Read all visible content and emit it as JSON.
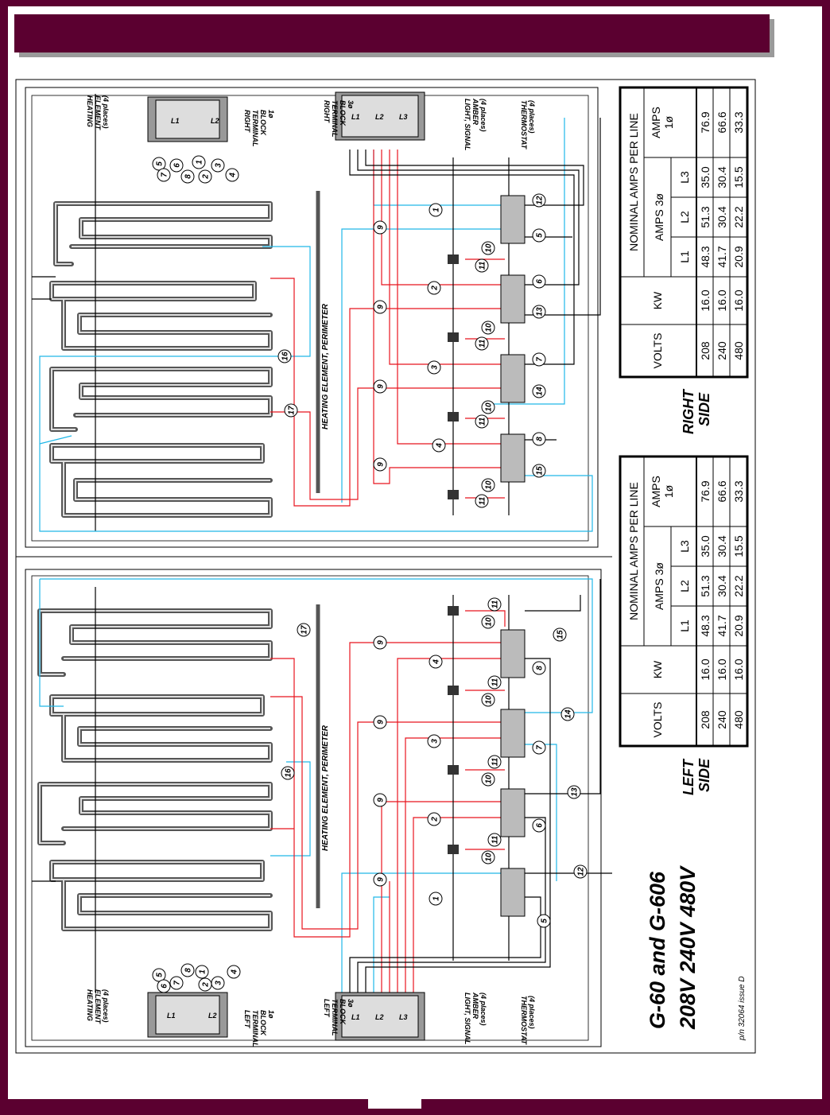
{
  "title": {
    "line1": "G-60 and G-606",
    "line2": "208V  240V  480V",
    "part_number": "p/n 32064 issue D"
  },
  "labels": {
    "heating_element": [
      "HEATING",
      "ELEMENT",
      "(4 places)"
    ],
    "left_terminal_1ph": [
      "LEFT",
      "TERMINAL",
      "BLOCK",
      "1ø"
    ],
    "left_terminal_3ph": [
      "LEFT",
      "TERMINAL",
      "BLOCK",
      "3ø"
    ],
    "right_terminal_1ph": [
      "RIGHT",
      "TERMINAL",
      "BLOCK",
      "1ø"
    ],
    "right_terminal_3ph": [
      "RIGHT",
      "TERMINAL",
      "BLOCK",
      "3ø"
    ],
    "light": [
      "LIGHT, SIGNAL",
      "AMBER",
      "(4 places)"
    ],
    "thermostat": [
      "THERMOSTAT",
      "(4 places)"
    ],
    "perimeter": "HEATING ELEMENT, PERIMETER",
    "terminal_l1": "L1",
    "terminal_l2": "L2",
    "terminal_l3": "L3"
  },
  "sides": {
    "left": [
      "LEFT",
      "SIDE"
    ],
    "right": [
      "RIGHT",
      "SIDE"
    ]
  },
  "amps_table": {
    "heading": "NOMINAL AMPS PER LINE",
    "col_volts": "VOLTS",
    "col_kw": "KW",
    "col_amps3": "AMPS 3ø",
    "col_amps1": [
      "AMPS",
      "1ø"
    ],
    "phase_cols": [
      "L1",
      "L2",
      "L3"
    ],
    "rows": [
      {
        "volts": "208",
        "kw": "16.0",
        "l1": "48.3",
        "l2": "51.3",
        "l3": "35.0",
        "amps1": "76.9"
      },
      {
        "volts": "240",
        "kw": "16.0",
        "l1": "41.7",
        "l2": "30.4",
        "l3": "30.4",
        "amps1": "66.6"
      },
      {
        "volts": "480",
        "kw": "16.0",
        "l1": "20.9",
        "l2": "22.2",
        "l3": "15.5",
        "amps1": "33.3"
      }
    ]
  },
  "wire_numbers": {
    "left": [
      "1",
      "2",
      "3",
      "4",
      "5",
      "6",
      "7",
      "8",
      "9",
      "9",
      "9",
      "9",
      "10",
      "10",
      "10",
      "10",
      "11",
      "11",
      "11",
      "11",
      "12",
      "13",
      "14",
      "15",
      "16",
      "17"
    ],
    "right": [
      "1",
      "2",
      "3",
      "4",
      "5",
      "6",
      "7",
      "8",
      "9",
      "9",
      "9",
      "9",
      "10",
      "10",
      "10",
      "10",
      "11",
      "11",
      "11",
      "11",
      "12",
      "13",
      "14",
      "15",
      "16",
      "17"
    ],
    "terminal_left": [
      "1",
      "2",
      "3",
      "4",
      "5",
      "6",
      "7",
      "8"
    ],
    "terminal_right": [
      "1",
      "2",
      "3",
      "4",
      "5",
      "6",
      "7",
      "8"
    ]
  },
  "colors": {
    "frame": "#5b0030",
    "wire_red": "#e8141e",
    "wire_blue": "#20b8e8",
    "wire_black": "#000000"
  }
}
